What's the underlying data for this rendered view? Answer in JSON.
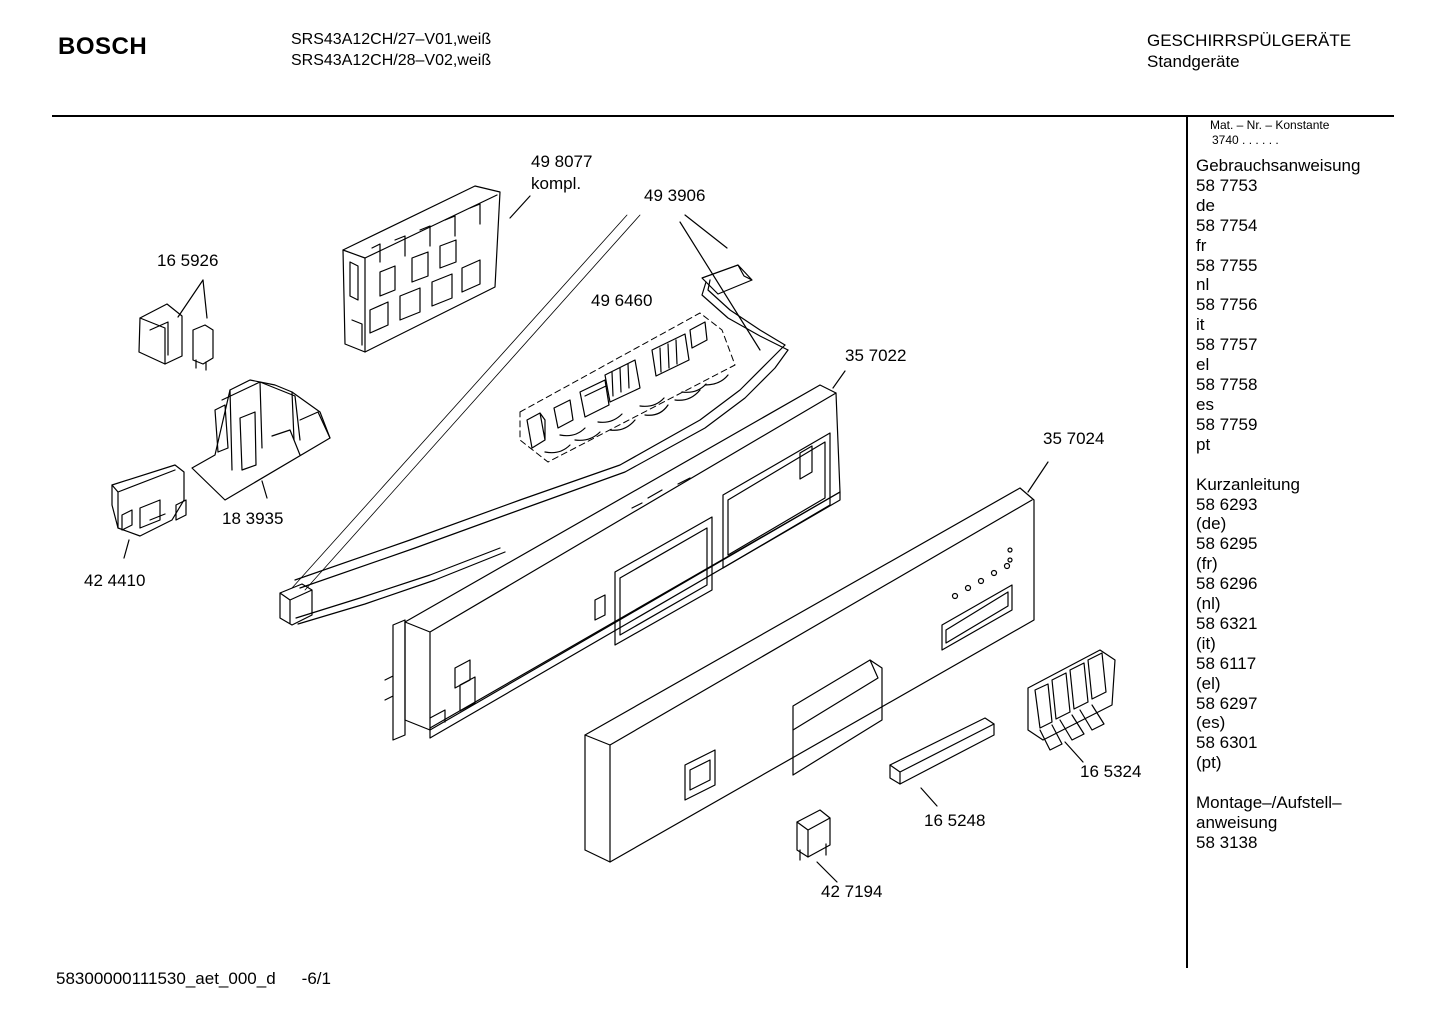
{
  "header": {
    "brand": "BOSCH",
    "models": [
      "SRS43A12CH/27–V01,weiß",
      "SRS43A12CH/28–V02,weiß"
    ],
    "category": "GESCHIRRSPÜLGERÄTE",
    "subcategory": "Standgeräte"
  },
  "sidebar": {
    "heading": "Mat. – Nr. – Konstante",
    "constant": "3740 . . . . . .",
    "lines": [
      "Gebrauchsanweisung",
      "58 7753",
      "de",
      "58 7754",
      "fr",
      "58 7755",
      "nl",
      "58 7756",
      "it",
      "58 7757",
      "el",
      "58 7758",
      "es",
      "58 7759",
      "pt",
      "",
      "Kurzanleitung",
      "58 6293",
      "(de)",
      "58 6295",
      "(fr)",
      "58 6296",
      "(nl)",
      "58 6321",
      "(it)",
      "58 6117",
      "(el)",
      "58 6297",
      "(es)",
      "58 6301",
      "(pt)",
      "",
      "Montage–/Aufstell–",
      "anweisung",
      "58 3138"
    ]
  },
  "parts": {
    "p498077": "49 8077",
    "p498077_note": "kompl.",
    "p493906": "49 3906",
    "p165926": "16 5926",
    "p496460": "49 6460",
    "p357022": "35 7022",
    "p357024": "35 7024",
    "p183935": "18 3935",
    "p424410": "42 4410",
    "p165324": "16 5324",
    "p165248": "16 5248",
    "p427194": "42 7194"
  },
  "footer": {
    "doc_id": "58300000111530_aet_000_d",
    "page": "-6/1"
  }
}
